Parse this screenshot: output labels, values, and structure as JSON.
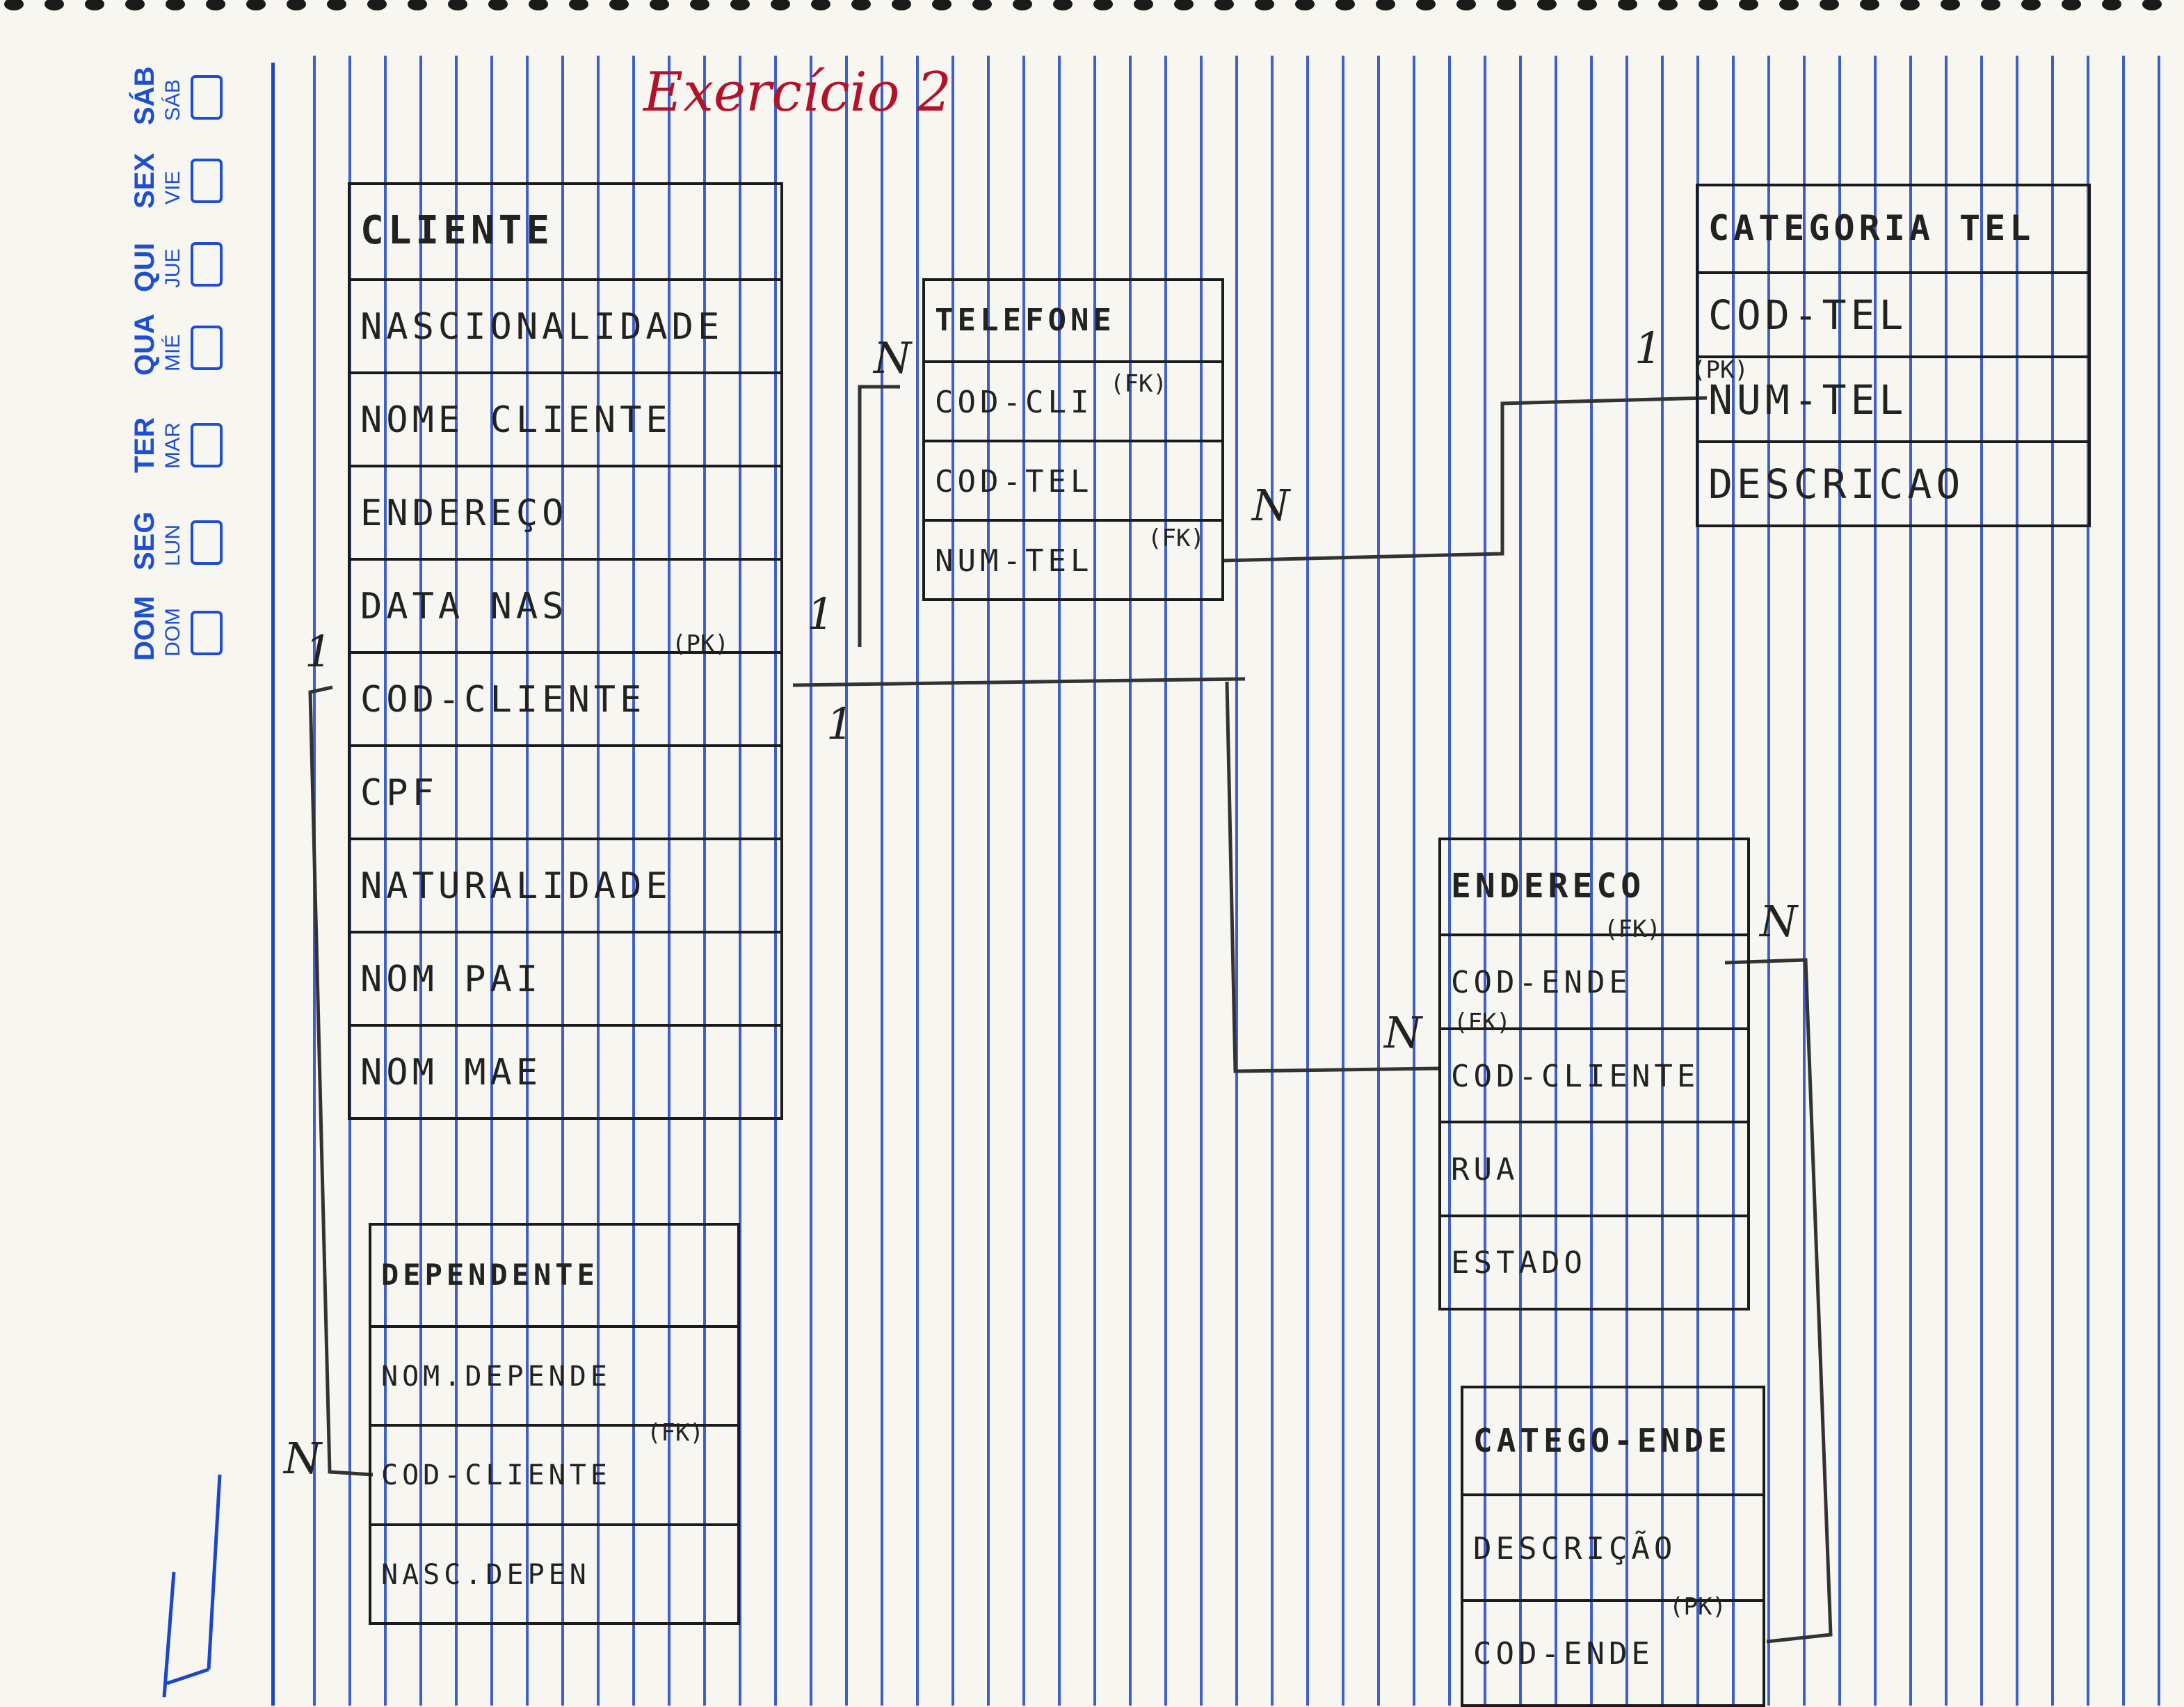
{
  "weekdays": [
    {
      "pt": "SÁB",
      "es": "SÁB"
    },
    {
      "pt": "SEX",
      "es": "VIE"
    },
    {
      "pt": "QUI",
      "es": "JUE"
    },
    {
      "pt": "QUA",
      "es": "MIÉ"
    },
    {
      "pt": "TER",
      "es": "MAR"
    },
    {
      "pt": "SEG",
      "es": "LUN"
    },
    {
      "pt": "DOM",
      "es": "DOM"
    }
  ],
  "title": "Exercício 2",
  "entities": {
    "cliente": {
      "header": "CLIENTE",
      "attributes": [
        "NASCIONALIDADE",
        "NOME CLIENTE",
        "ENDEREÇO",
        "DATA NAS",
        "COD-CLIENTE",
        "CPF",
        "NATURALIDADE",
        "NOM PAI",
        "NOM MAE"
      ],
      "key_tag": "(PK)"
    },
    "telefone": {
      "header": "TELEFONE",
      "attributes": [
        "COD-CLI",
        "COD-TEL",
        "NUM-TEL"
      ],
      "tags": [
        "(FK)",
        "(FK)"
      ]
    },
    "categoria_tel": {
      "header": "CATEGORIA TEL",
      "attributes": [
        "COD-TEL",
        "NUM-TEL",
        "DESCRICAO"
      ],
      "key_tag": "(PK)"
    },
    "endereco": {
      "header": "ENDERECO",
      "attributes": [
        "COD-ENDE",
        "COD-CLIENTE",
        "RUA",
        "ESTADO"
      ],
      "tags": [
        "(FK)",
        "(FK)"
      ]
    },
    "dependente": {
      "header": "DEPENDENTE",
      "attributes": [
        "NOM.DEPENDE",
        "COD-CLIENTE",
        "NASC.DEPEN"
      ],
      "key_tag": "(FK)"
    },
    "catego_ende": {
      "header": "CATEGO-ENDE",
      "attributes": [
        "DESCRIÇÃO",
        "COD-ENDE"
      ],
      "key_tag": "(PK)"
    }
  },
  "cardinalities": {
    "cli_tel_one": "1",
    "cli_tel_many": "N",
    "cli_end_one": "1",
    "cli_end_many": "N",
    "tel_cat_many": "N",
    "tel_cat_one": "1",
    "cli_dep_one": "1",
    "cli_dep_many": "N",
    "end_cat_many": "N"
  },
  "colors": {
    "ruling": "#2a4fc4",
    "ink": "#1b1b1b",
    "title": "#b3132a",
    "weekday": "#1d4fd0"
  }
}
